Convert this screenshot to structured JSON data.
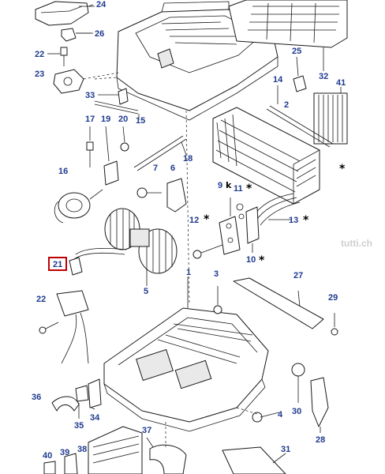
{
  "diagram": {
    "highlighted_part": "21",
    "colors": {
      "callout": "#1f3a8f",
      "highlight": "#c00000",
      "line": "#1a1a1a"
    },
    "watermark": "tutti.ch"
  },
  "labels": [
    {
      "id": "24",
      "text": "24"
    },
    {
      "id": "26",
      "text": "26"
    },
    {
      "id": "22a",
      "text": "22"
    },
    {
      "id": "23",
      "text": "23"
    },
    {
      "id": "33",
      "text": "33"
    },
    {
      "id": "15",
      "text": "15"
    },
    {
      "id": "17",
      "text": "17"
    },
    {
      "id": "19",
      "text": "19"
    },
    {
      "id": "20",
      "text": "20"
    },
    {
      "id": "16",
      "text": "16"
    },
    {
      "id": "7",
      "text": "7"
    },
    {
      "id": "6",
      "text": "6"
    },
    {
      "id": "18",
      "text": "18"
    },
    {
      "id": "25",
      "text": "25"
    },
    {
      "id": "32",
      "text": "32"
    },
    {
      "id": "14",
      "text": "14"
    },
    {
      "id": "41",
      "text": "41"
    },
    {
      "id": "9",
      "text": "9"
    },
    {
      "id": "11",
      "text": "11"
    },
    {
      "id": "12",
      "text": "12"
    },
    {
      "id": "13",
      "text": "13"
    },
    {
      "id": "10",
      "text": "10"
    },
    {
      "id": "21",
      "text": "21"
    },
    {
      "id": "5",
      "text": "5"
    },
    {
      "id": "1",
      "text": "1"
    },
    {
      "id": "3",
      "text": "3"
    },
    {
      "id": "27",
      "text": "27"
    },
    {
      "id": "22b",
      "text": "22"
    },
    {
      "id": "29",
      "text": "29"
    },
    {
      "id": "30",
      "text": "30"
    },
    {
      "id": "4",
      "text": "4"
    },
    {
      "id": "28",
      "text": "28"
    },
    {
      "id": "36",
      "text": "36"
    },
    {
      "id": "35",
      "text": "35"
    },
    {
      "id": "34",
      "text": "34"
    },
    {
      "id": "37",
      "text": "37"
    },
    {
      "id": "31",
      "text": "31"
    },
    {
      "id": "40",
      "text": "40"
    },
    {
      "id": "39",
      "text": "39"
    },
    {
      "id": "38",
      "text": "38"
    },
    {
      "id": "2",
      "text": "2"
    }
  ],
  "stars": [
    {
      "id": "s-core",
      "text": "*"
    },
    {
      "id": "s-11",
      "text": "*"
    },
    {
      "id": "s-12",
      "text": "*"
    },
    {
      "id": "s-13",
      "text": "*"
    },
    {
      "id": "s-10",
      "text": "*"
    }
  ],
  "k_mark": "k"
}
